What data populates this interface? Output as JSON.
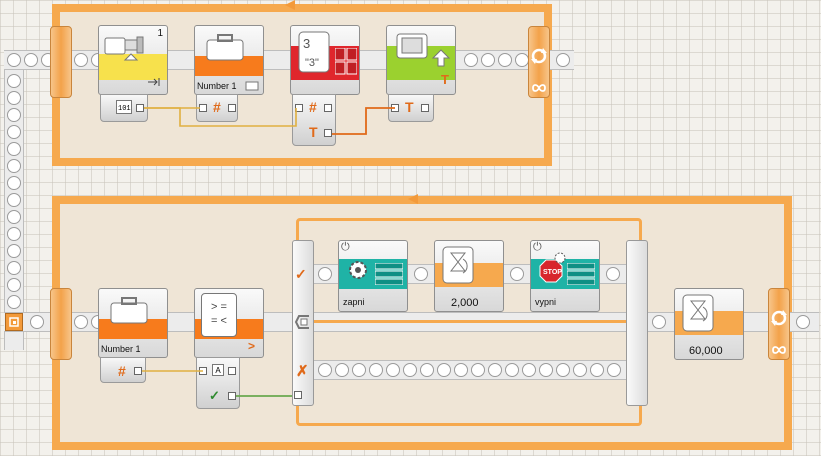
{
  "program": {
    "top_loop": {
      "loop_icon": "loop-refresh-icon",
      "infinity_icon": "infinity-icon",
      "blocks": [
        {
          "name": "light-sensor-block",
          "icon": "light-sensor-icon",
          "port_label": "1",
          "color": "#f7e14c"
        },
        {
          "name": "variable-block",
          "icon": "briefcase-icon",
          "label": "Number 1",
          "color": "#f77b1c"
        },
        {
          "name": "number-to-text-block",
          "icon": "number-to-text-icon",
          "text": "3\n\"3\"",
          "color": "#e0262c"
        },
        {
          "name": "display-block",
          "icon": "display-icon",
          "color": "#9bd12f"
        }
      ]
    },
    "bottom_loop": {
      "loop_icon": "loop-refresh-icon",
      "infinity_icon": "infinity-icon",
      "variable": {
        "label": "Number 1",
        "icon": "briefcase-icon"
      },
      "compare": {
        "symbol_top": "> =",
        "symbol_bottom": "= <",
        "label": ">"
      },
      "switch": {
        "true_icon": "check-icon",
        "false_icon": "cross-icon",
        "true_branch": [
          {
            "name": "motor-on-block",
            "icon": "motor-gear-icon",
            "label": "zapni"
          },
          {
            "name": "wait-time-block",
            "icon": "hourglass-icon",
            "value": "2,000"
          },
          {
            "name": "motor-off-block",
            "icon": "stop-icon",
            "label": "vypni"
          }
        ]
      },
      "wait_block": {
        "icon": "hourglass-icon",
        "value": "60,000"
      }
    },
    "start_icon": "start-icon",
    "accent_color": "#f6a94e",
    "wire_yellow": "#e0b040",
    "wire_orange": "#e06a1a",
    "wire_green": "#6aa84f"
  }
}
